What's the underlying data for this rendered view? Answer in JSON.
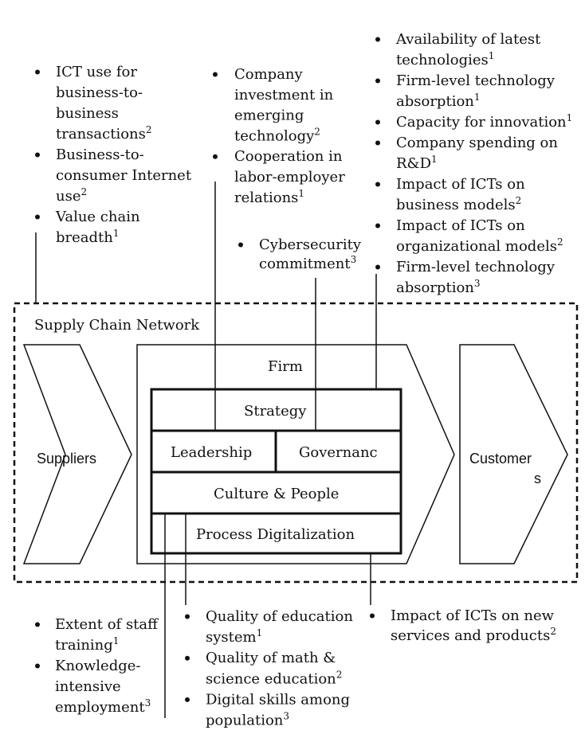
{
  "network": {
    "label": "Supply Chain Network"
  },
  "suppliers": {
    "label": "Suppliers"
  },
  "customers": {
    "label_line1": "Customer",
    "label_line2": "s"
  },
  "firm": {
    "label": "Firm",
    "blocks": {
      "strategy": "Strategy",
      "leadership": "Leadership",
      "governance": "Governanc",
      "culture": "Culture & People",
      "process": "Process Digitalization"
    }
  },
  "groups": {
    "top_left": [
      {
        "lines": [
          "ICT use for",
          "business-to-",
          "business",
          "transactions"
        ],
        "sup": "2"
      },
      {
        "lines": [
          "Business-to-",
          "consumer Internet",
          "use"
        ],
        "sup": "2"
      },
      {
        "lines": [
          "Value chain",
          "breadth"
        ],
        "sup": "1"
      }
    ],
    "top_mid": [
      {
        "lines": [
          "Company",
          "investment in",
          "emerging",
          "technology"
        ],
        "sup": "2"
      },
      {
        "lines": [
          "Cooperation in",
          "labor-employer",
          "relations"
        ],
        "sup": "1"
      }
    ],
    "cyber": [
      {
        "lines": [
          "Cybersecurity",
          "commitment"
        ],
        "sup": "3"
      }
    ],
    "top_right": [
      {
        "lines": [
          "Availability of latest",
          "technologies"
        ],
        "sup": "1"
      },
      {
        "lines": [
          "Firm-level technology",
          "absorption"
        ],
        "sup": "1"
      },
      {
        "lines": [
          "Capacity for innovation"
        ],
        "sup": "1"
      },
      {
        "lines": [
          "Company spending on",
          "R&D"
        ],
        "sup": "1"
      },
      {
        "lines": [
          "Impact of ICTs on",
          "business models"
        ],
        "sup": "2"
      },
      {
        "lines": [
          "Impact of ICTs on",
          "organizational models"
        ],
        "sup": "2"
      },
      {
        "lines": [
          "Firm-level technology",
          "absorption"
        ],
        "sup": "3"
      }
    ],
    "bottom_left": [
      {
        "lines": [
          "Extent of staff",
          "training"
        ],
        "sup": "1"
      },
      {
        "lines": [
          "Knowledge-",
          "intensive",
          "employment"
        ],
        "sup": "3"
      }
    ],
    "bottom_mid": [
      {
        "lines": [
          "Quality of education",
          "system"
        ],
        "sup": "1"
      },
      {
        "lines": [
          "Quality of math &",
          "science education"
        ],
        "sup": "2"
      },
      {
        "lines": [
          "Digital skills among",
          "population"
        ],
        "sup": "3"
      }
    ],
    "bottom_right": [
      {
        "lines": [
          "Impact of ICTs on new",
          "services and products"
        ],
        "sup": "2"
      }
    ]
  }
}
